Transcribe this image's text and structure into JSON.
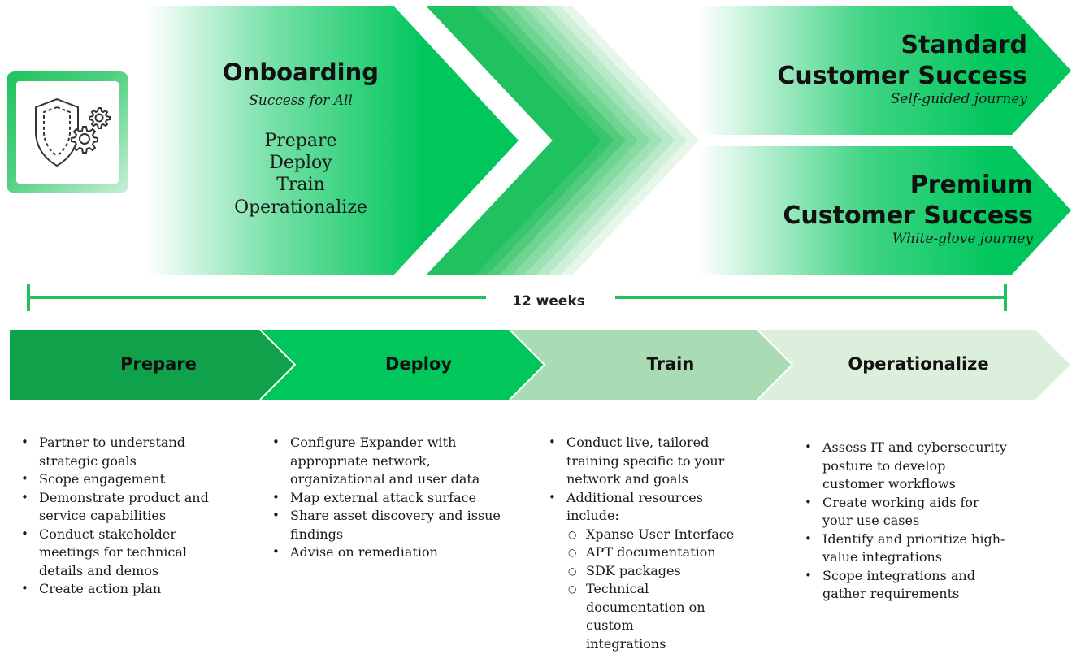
{
  "onboarding": {
    "title": "Onboarding",
    "subtitle": "Success for All",
    "steps": [
      "Prepare",
      "Deploy",
      "Train",
      "Operationalize"
    ]
  },
  "standard": {
    "title_line1": "Standard",
    "title_line2": "Customer Success",
    "subtitle": "Self-guided journey"
  },
  "premium": {
    "title_line1": "Premium",
    "title_line2": "Customer Success",
    "subtitle": "White-glove journey"
  },
  "timeline": {
    "label": "12 weeks"
  },
  "phases": [
    {
      "label": "Prepare",
      "color": "#0fa24a"
    },
    {
      "label": "Deploy",
      "color": "#00c65c"
    },
    {
      "label": "Train",
      "color": "#a9dbb5"
    },
    {
      "label": "Operationalize",
      "color": "#dcefdc"
    }
  ],
  "columns": {
    "prepare": [
      "Partner to understand strategic goals",
      "Scope engagement",
      "Demonstrate product and service capabilities",
      "Conduct stakeholder meetings for technical details and demos",
      "Create action plan"
    ],
    "deploy": [
      "Configure Expander with appropriate network, organizational and user data",
      "Map external attack surface",
      "Share asset discovery and issue findings",
      "Advise on remediation"
    ],
    "train": {
      "items": [
        "Conduct live, tailored training specific to your network and goals",
        "Additional resources include:"
      ],
      "subitems": [
        "Xpanse User Interface",
        "APT documentation",
        "SDK packages",
        "Technical documentation on custom integrations"
      ]
    },
    "operationalize": [
      "Assess IT and cybersecurity posture to develop customer workflows",
      "Create working aids for your use cases",
      "Identify and prioritize high-value integrations",
      "Scope integrations and gather requirements"
    ]
  },
  "colors": {
    "accent": "#00c65c",
    "dark_green": "#0fa24a"
  },
  "icon": "shield-gears-icon"
}
